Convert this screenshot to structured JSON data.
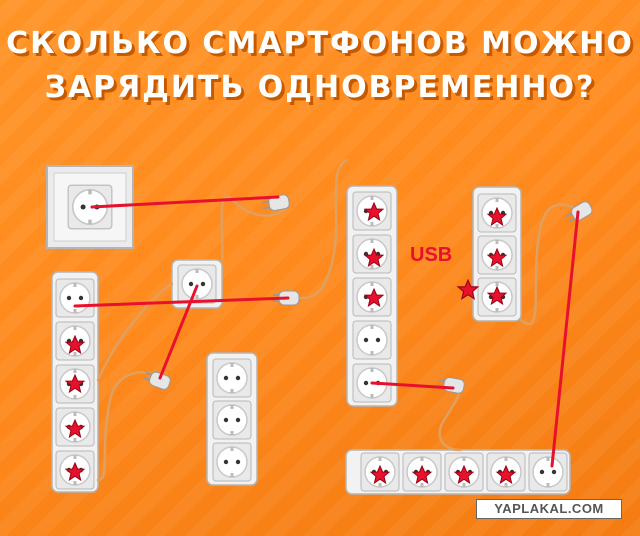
{
  "title": {
    "line1": "Сколько смартфонов можно",
    "line2": "зарядить одновременно?"
  },
  "usb_label": "USB",
  "watermark": "YAPLAKAL.COM",
  "colors": {
    "background": "#ff8a1e",
    "annotation_red": "#e8112d",
    "cord": "#e0a060"
  }
}
